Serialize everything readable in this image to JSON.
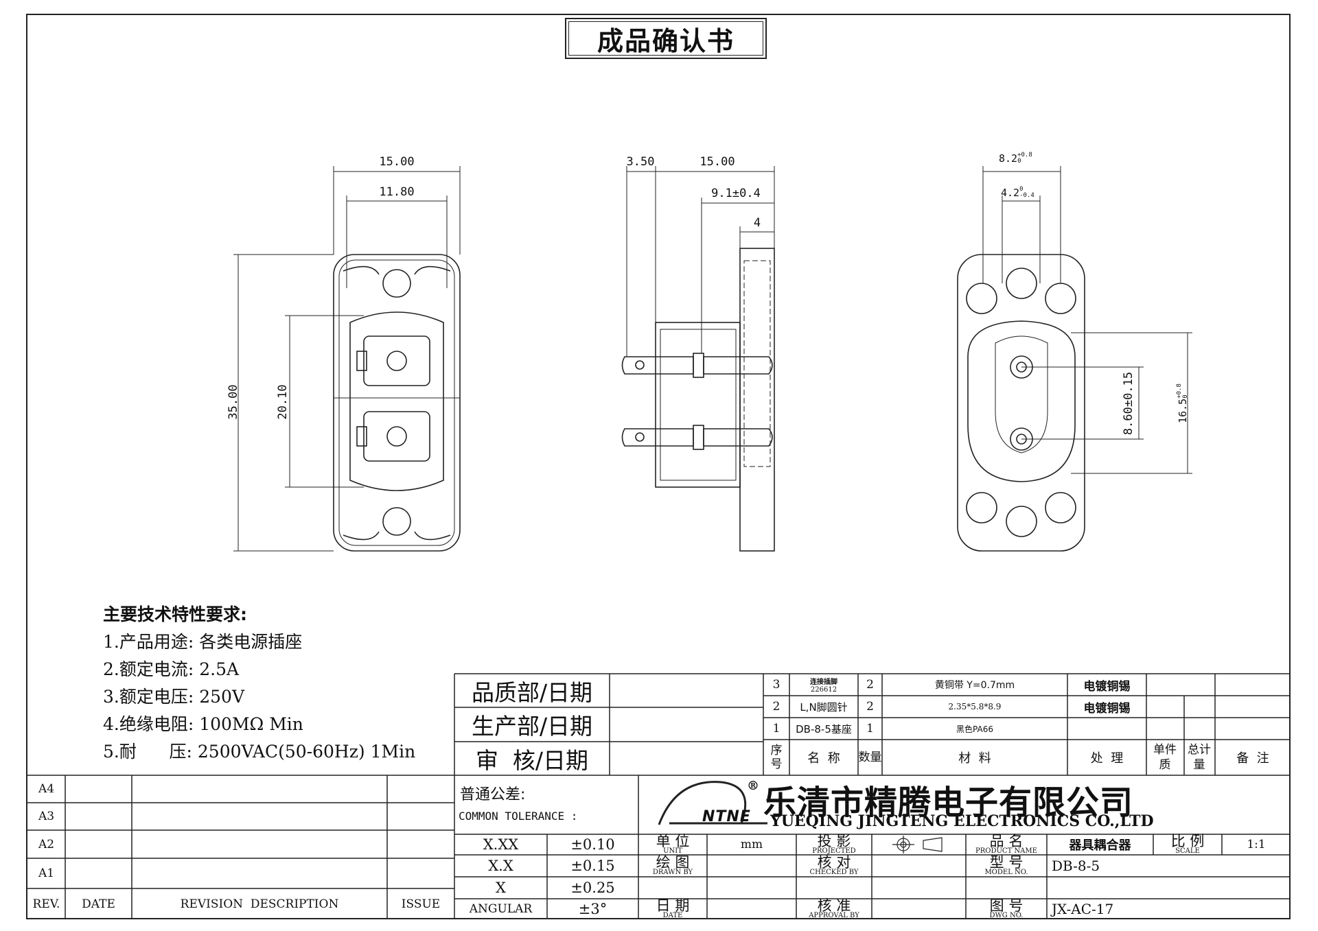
{
  "title": "成品确认书",
  "dimensions": {
    "front": {
      "w_outer": "15.00",
      "w_inner": "11.80",
      "h_total": "35.00",
      "h_inner": "20.10"
    },
    "side": {
      "d1": "3.50",
      "d2": "15.00",
      "d3": "9.1±0.4",
      "d4": "4"
    },
    "back": {
      "w1": "8.2",
      "w1_tol_upper": "+0.8",
      "w1_tol_lower": "0",
      "w2": "4.2",
      "w2_tol_upper": "0",
      "w2_tol_lower": "-0.4",
      "pitch": "8.60±0.15",
      "h": "16.5",
      "h_tol_upper": "+0.8",
      "h_tol_lower": "0"
    }
  },
  "requirements": {
    "heading": "主要技术特性要求:",
    "items": [
      "1.产品用途: 各类电源插座",
      "2.额定电流: 2.5A",
      "3.额定电压: 250V",
      "4.绝缘电阻: 100MΩ  Min",
      "5.耐      压: 2500VAC(50-60Hz) 1Min"
    ]
  },
  "approval": {
    "quality": "品质部/日期",
    "production": "生产部/日期",
    "review": "审  核/日期"
  },
  "bom": {
    "rows": [
      {
        "no": "3",
        "name": "连接插脚",
        "name_sub": "226612",
        "qty": "2",
        "material": "黄铜带 Y=0.7mm",
        "treatment": "电镀铜锡"
      },
      {
        "no": "2",
        "name": "L,N脚圆针",
        "name_sub": "",
        "qty": "2",
        "material": "2.35*5.8*8.9",
        "treatment": "电镀铜锡"
      },
      {
        "no": "1",
        "name": "DB-8-5基座",
        "name_sub": "",
        "qty": "1",
        "material": "黑色PA66",
        "treatment": ""
      }
    ],
    "headers": {
      "no": "序号",
      "name": "名  称",
      "qty": "数量",
      "material": "材  料",
      "treatment": "处  理",
      "unit_mass": "单件质",
      "total_mass": "总计量",
      "remark": "备  注"
    }
  },
  "revision": {
    "rows": [
      "A4",
      "A3",
      "A2",
      "A1"
    ],
    "headers": {
      "rev": "REV.",
      "date": "DATE",
      "desc": "REVISION  DESCRIPTION",
      "issue": "ISSUE"
    }
  },
  "tolerance": {
    "title": "普通公差:",
    "title_en": "COMMON TOLERANCE :",
    "rows": [
      {
        "k": "X.XX",
        "v": "±0.10"
      },
      {
        "k": "X.X",
        "v": "±0.15"
      },
      {
        "k": "X",
        "v": "±0.25"
      },
      {
        "k": "ANGULAR",
        "v": "±3°"
      }
    ]
  },
  "company": {
    "name": "乐清市精腾电子有限公司",
    "name_en": "YUEQING JINGTENG ELECTRONICS CO.,LTD",
    "logo": "NTNE",
    "reg": "®"
  },
  "titleblock": {
    "unit_zh": "单 位",
    "unit_en": "UNIT",
    "unit_val": "mm",
    "drawn_zh": "绘 图",
    "drawn_en": "DRAWN BY",
    "date_zh": "日 期",
    "date_en": "DATE",
    "proj_zh": "投 影",
    "proj_en": "PROJECTED",
    "check_zh": "核 对",
    "check_en": "CHECKED BY",
    "appr_zh": "核 准",
    "appr_en": "APPROVAL BY",
    "pname_zh": "品 名",
    "pname_en": "PRODUCT NAME",
    "pname_val": "器具耦合器",
    "model_zh": "型 号",
    "model_en": "MODEL NO.",
    "model_val": "DB-8-5",
    "dwg_zh": "图 号",
    "dwg_en": "DWG NO.",
    "dwg_val": "JX-AC-17",
    "scale_zh": "比 例",
    "scale_en": "SCALE",
    "scale_val": "1:1"
  }
}
